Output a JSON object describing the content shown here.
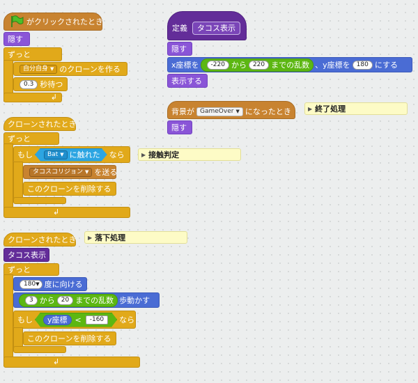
{
  "colors": {
    "events": "#c88330",
    "control": "#e1a91a",
    "looks": "#8a55d7",
    "motion": "#4a6cd4",
    "operators": "#5cb712",
    "sensing": "#2ca5e2",
    "more_blocks": "#632d99",
    "comment": "#fdfbc6"
  },
  "script1": {
    "hat": "がクリックされたとき",
    "hide": "隠す",
    "forever": "ずっと",
    "clone_target": "自分自身",
    "clone_suffix": "のクローンを作る",
    "wait_value": "0.3",
    "wait_suffix": "秒待つ"
  },
  "script2": {
    "hat": "クローンされたとき",
    "forever": "ずっと",
    "if": "もし",
    "sprite": "Bat",
    "touching": "に触れた",
    "then": "なら",
    "broadcast_msg": "タコスコリジョン",
    "broadcast_suffix": "を送る",
    "delete": "このクローンを削除する",
    "comment": "接触判定"
  },
  "script3": {
    "hat": "クローンされたとき",
    "custom": "タコス表示",
    "forever": "ずっと",
    "dir_value": "180",
    "dir_suffix": "度に向ける",
    "rand_from": "3",
    "rand_kara": "から",
    "rand_to": "20",
    "rand_suffix": "までの乱数",
    "move_suffix": "歩動かす",
    "if": "もし",
    "ypos": "y座標",
    "lt": "<",
    "lt_value": "-160",
    "then": "なら",
    "delete": "このクローンを削除する",
    "comment": "落下処理"
  },
  "script4": {
    "define": "定義",
    "name": "タコス表示",
    "hide": "隠す",
    "x_label": "x座標を",
    "rand_from": "-220",
    "rand_kara": "から",
    "rand_to": "220",
    "rand_suffix": "までの乱数",
    "y_label": "、y座標を",
    "y_value": "180",
    "y_suffix": "にする",
    "show": "表示する"
  },
  "script5": {
    "backdrop": "背景が",
    "backdrop_value": "GameOver",
    "backdrop_suffix": "になったとき",
    "hide": "隠す",
    "comment": "終了処理"
  }
}
